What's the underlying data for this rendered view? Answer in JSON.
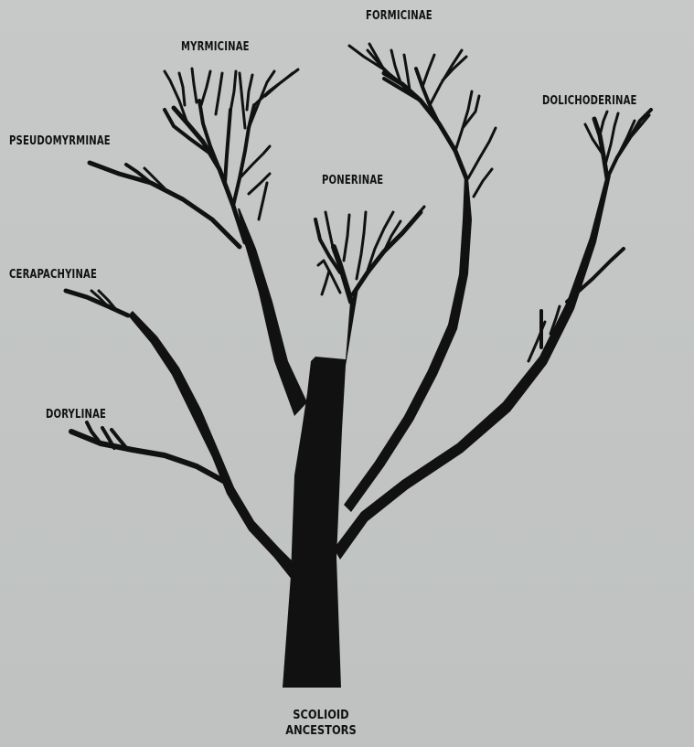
{
  "labels": {
    "myrmicinae": "MYRMICINAE",
    "formicinae": "FORMICINAE",
    "dolichoderinae": "DOLICHODERINAE",
    "pseudomyrminae": "PSEUDOMYRMINAE",
    "ponerinae": "PONERINAE",
    "cerapachyinae": "CERAPACHYINAE",
    "dorylinae": "DORYLINAE",
    "root_line1": "SCOLIOID",
    "root_line2": "ANCESTORS"
  },
  "colors": {
    "background": "#c4c7c6",
    "ink": "#111111"
  }
}
